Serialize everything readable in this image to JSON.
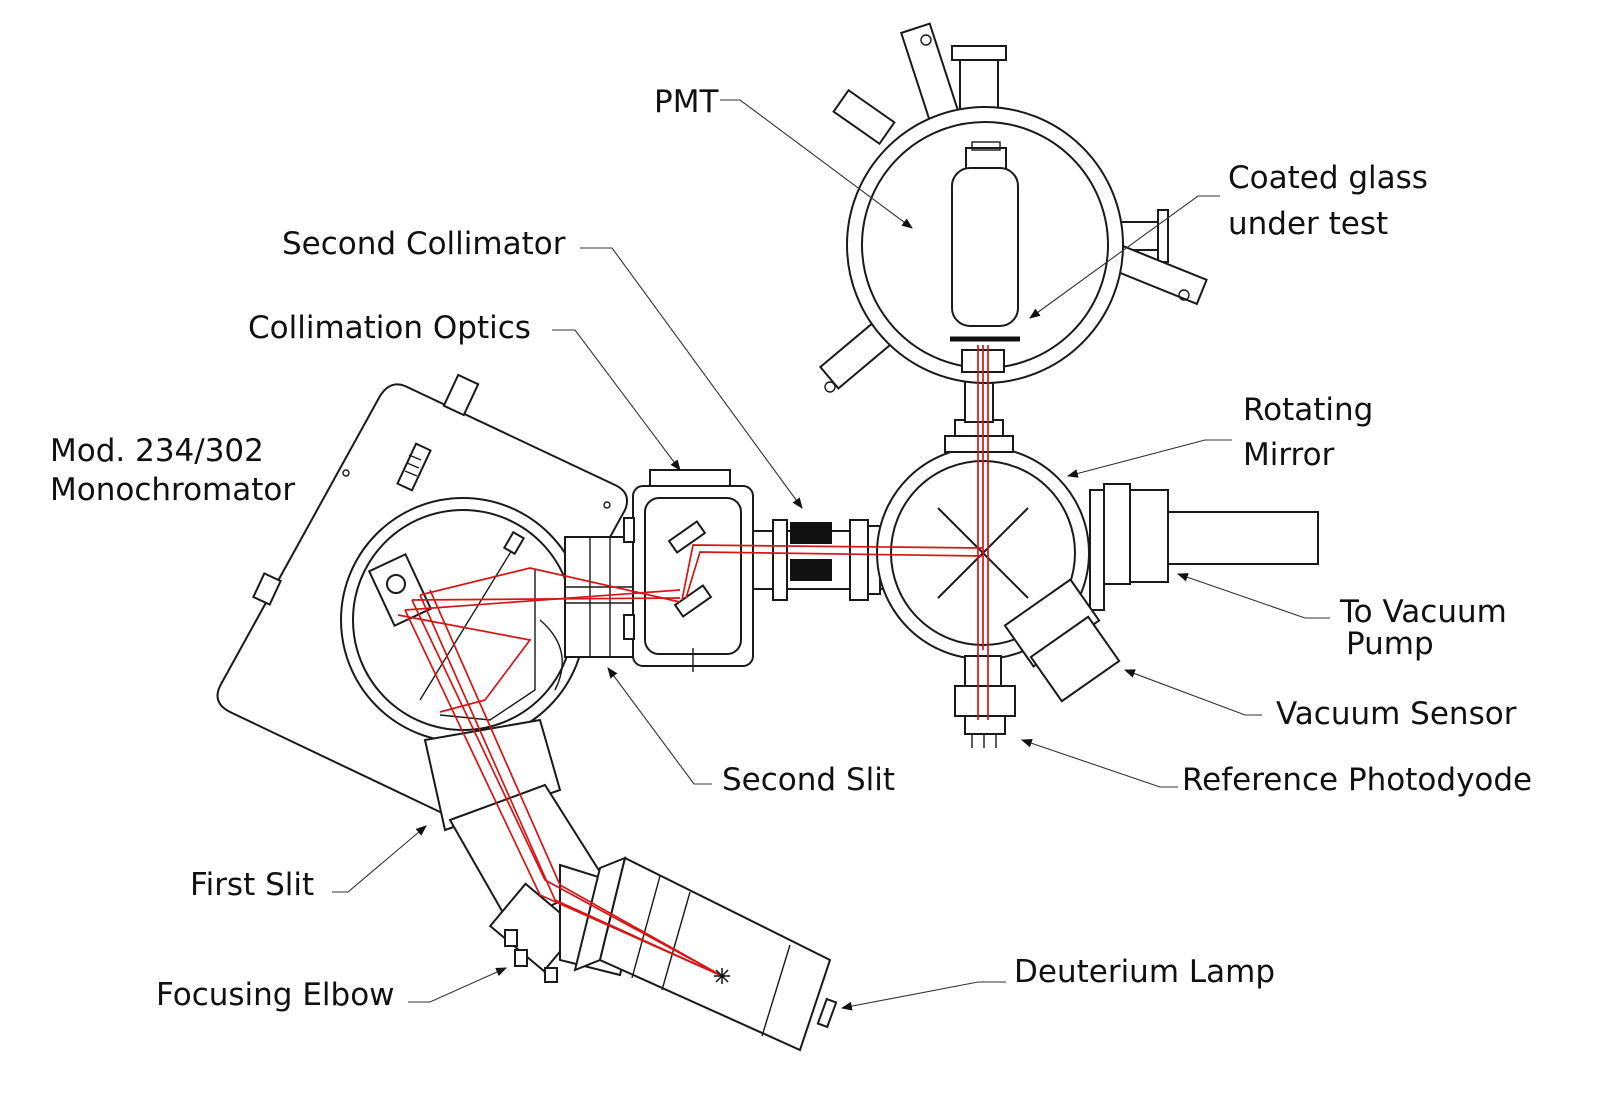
{
  "colors": {
    "beam": "#d81414",
    "line": "#1a1a1a",
    "background": "#ffffff"
  },
  "labels": {
    "pmt": "PMT",
    "coated_glass_1": "Coated glass",
    "coated_glass_2": "under test",
    "second_collimator": "Second Collimator",
    "collimation_optics": "Collimation Optics",
    "monochromator_1": "Mod. 234/302",
    "monochromator_2": "Monochromator",
    "rotating_mirror_1": "Rotating",
    "rotating_mirror_2": "Mirror",
    "vacuum_pump_1": "To Vacuum",
    "vacuum_pump_2": "Pump",
    "vacuum_sensor": "Vacuum Sensor",
    "second_slit": "Second Slit",
    "reference_photodiode": "Reference Photodyode",
    "first_slit": "First Slit",
    "focusing_elbow": "Focusing Elbow",
    "deuterium_lamp": "Deuterium Lamp"
  }
}
